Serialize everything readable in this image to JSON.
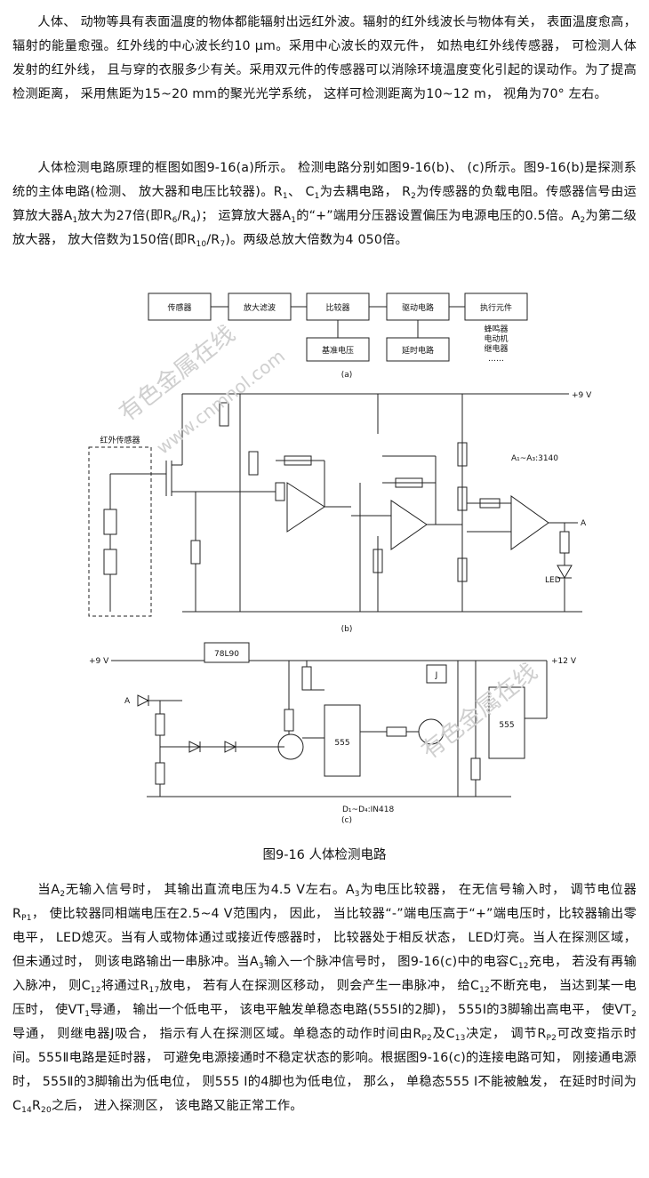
{
  "paragraph1": "人体、 动物等具有表面温度的物体都能辐射出远红外波。辐射的红外线波长与物体有关， 表面温度愈高， 辐射的能量愈强。红外线的中心波长约10 μm。采用中心波长的双元件， 如热电红外线传感器， 可检测人体发射的红外线， 且与穿的衣服多少有关。采用双元件的传感器可以消除环境温度变化引起的误动作。为了提高检测距离， 采用焦距为15~20 mm的聚光光学系统， 这样可检测距离为10~12 m， 视角为70° 左右。",
  "paragraph2": {
    "s1": "人体检测电路原理的框图如图9-16(a)所示。 检测电路分别如图9-16(b)、 (c)所示。图9-16(b)是探测系统的主体电路(检测、 放大器和电压比较器)。R",
    "s2": "、 C",
    "s3": "为去耦电路， R",
    "s4": "为传感器的负载电阻。传感器信号由运算放大器A",
    "s5": "放大为27倍(即R",
    "s6": "/R",
    "s7": ")； 运算放大器A",
    "s8": "的“+”端用分压器设置偏压为电源电压的0.5倍。A",
    "s9": "为第二级放大器， 放大倍数为150倍(即R",
    "s10": "/R",
    "s11": ")。两级总放大倍数为4 050倍。"
  },
  "figure": {
    "caption": "图9-16 人体检测电路",
    "watermark1": "有色金属在线",
    "watermark2": "www.cnmnol.com",
    "a_blocks": [
      "传感器",
      "放大滤波",
      "比较器",
      "驱动电路",
      "执行元件",
      "基准电压",
      "延时电路"
    ],
    "a_outputs": [
      "蜂鸣器",
      "电动机",
      "继电器",
      "……"
    ],
    "a_label": "(a)",
    "b_label": "(b)",
    "c_label": "(c)",
    "b_sensor": "红外传感器",
    "b_supply": "+9 V",
    "b_ic": "A₁~A₃:3140",
    "b_led": "LED",
    "b_out": "A",
    "c_supply_left": "+9 V",
    "c_supply_right": "+12 V",
    "c_reg": "78L90",
    "c_555a": "555",
    "c_555b": "555",
    "c_diodes": "D₁~D₄:IN418",
    "c_relay": "J",
    "c_in": "A"
  },
  "paragraph3": {
    "s1": "当A",
    "s2": "无输入信号时， 其输出直流电压为4.5 V左右。A",
    "s3": "为电压比较器， 在无信号输入时， 调节电位器R",
    "s4": "， 使比较器同相端电压在2.5~4 V范围内， 因此， 当比较器“-”端电压高于“+”端电压时，比较器输出零电平， LED熄灭。当有人或物体通过或接近传感器时， 比较器处于相反状态， LED灯亮。当人在探测区域， 但未通过时， 则该电路输出一串脉冲。当A",
    "s5": "输入一个脉冲信号时， 图9-16(c)中的电容C",
    "s6": "充电， 若没有再输入脉冲， 则C",
    "s7": "将通过R",
    "s8": "放电， 若有人在探测区移动， 则会产生一串脉冲， 给C",
    "s9": "不断充电， 当达到某一电压时， 使VT",
    "s10": "导通， 输出一个低电平， 该电平触发单稳态电路(555Ⅰ的2脚)， 555Ⅰ的3脚输出高电平， 使VT",
    "s11": "导通， 则继电器J吸合， 指示有人在探测区域。单稳态的动作时间由R",
    "s12": "及C",
    "s13": "决定， 调节R",
    "s14": "可改变指示时间。555Ⅱ电路是延时器， 可避免电源接通时不稳定状态的影响。根据图9-16(c)的连接电路可知， 刚接通电源时， 555Ⅱ的3脚输出为低电位， 则555 Ⅰ的4脚也为低电位， 那么， 单稳态555 Ⅰ不能被触发， 在延时时间为C",
    "s15": "R",
    "s16": "之后， 进入探测区， 该电路又能正常工作。"
  },
  "subs": {
    "r1": "1",
    "c1": "1",
    "r2": "2",
    "a1": "1",
    "r6": "6",
    "r4": "4",
    "a1b": "1",
    "a2": "2",
    "r10": "10",
    "r7": "7",
    "p3a2": "2",
    "p3a3": "3",
    "p3rp1": "P1",
    "p3a3b": "3",
    "p3c12": "12",
    "p3c12b": "12",
    "p3r17": "17",
    "p3c12c": "12",
    "p3vt1": "1",
    "p3vt2": "2",
    "p3rp2": "P2",
    "p3c13": "13",
    "p3rp2b": "P2",
    "p3c14": "14",
    "p3r20": "20"
  }
}
